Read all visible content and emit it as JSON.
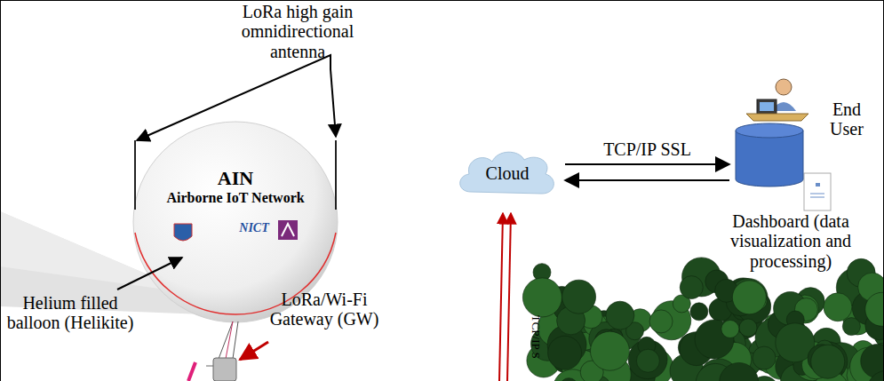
{
  "diagram": {
    "nodes": [
      {
        "text": [
          "AIN",
          "Airborne IoT Network"
        ]
      },
      {
        "text": [
          "Cloud"
        ]
      },
      {
        "text": [
          "Dashboard (data visualization and processing)"
        ]
      }
    ],
    "edges": [
      {
        "from": 1,
        "to": 2,
        "arrow": "to",
        "label": "TCP/IP SSL"
      },
      {
        "from": 2,
        "to": 1,
        "arrow": "to"
      }
    ],
    "labels": [
      "LoRa high gain omnidirectional antenna",
      "Helium filled balloon (Helikite)",
      "LoRa/Wi-Fi Gateway (GW)",
      "End User",
      "TCP/IP S",
      "NICT"
    ]
  }
}
